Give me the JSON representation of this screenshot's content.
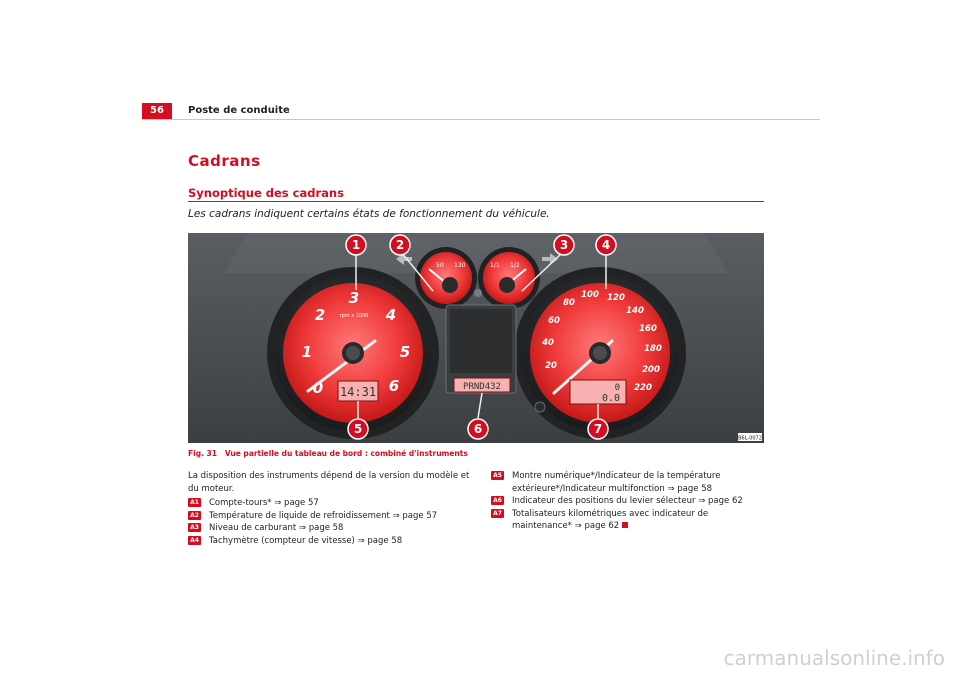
{
  "header": {
    "page_number": "56",
    "running_title": "Poste de conduite"
  },
  "section": {
    "title": "Cadrans",
    "subtitle": "Synoptique des cadrans",
    "intro": "Les cadrans indiquent certains états de fonctionnement du véhicule."
  },
  "figure": {
    "callouts": [
      "1",
      "2",
      "3",
      "4",
      "5",
      "6",
      "7"
    ],
    "tacho": {
      "ticks": [
        "0",
        "1",
        "2",
        "3",
        "4",
        "5",
        "6"
      ],
      "unit": "rpm x 1000",
      "display": "14:31"
    },
    "speedo": {
      "ticks": [
        "20",
        "40",
        "60",
        "80",
        "100",
        "120",
        "140",
        "160",
        "180",
        "200",
        "220"
      ],
      "display_top": "0",
      "display_bottom": "0.0"
    },
    "coolant": {
      "ticks": [
        "50",
        "130"
      ]
    },
    "fuel": {
      "ticks": [
        "1/1",
        "1/2"
      ]
    },
    "gear_display": "PRND432",
    "ref_code": "B6L-0072"
  },
  "caption": {
    "label": "Fig. 31",
    "text": "Vue partielle du tableau de bord : combiné d'instruments"
  },
  "body": {
    "lead": "La disposition des instruments dépend de la version du modèle et du moteur.",
    "items_left": [
      {
        "badge": "A1",
        "text": "Compte-tours* ⇒ page 57"
      },
      {
        "badge": "A2",
        "text": "Température de liquide de refroidissement ⇒ page 57"
      },
      {
        "badge": "A3",
        "text": "Niveau de carburant ⇒ page 58"
      },
      {
        "badge": "A4",
        "text": "Tachymètre (compteur de vitesse) ⇒ page 58"
      }
    ],
    "items_right": [
      {
        "badge": "A5",
        "text": "Montre numérique*/Indicateur de la température extérieure*/Indicateur multifonction ⇒ page 58"
      },
      {
        "badge": "A6",
        "text": "Indicateur des positions du levier sélecteur ⇒ page 62"
      },
      {
        "badge": "A7",
        "text": "Totalisateurs kilométriques avec indicateur de maintenance* ⇒ page 62"
      }
    ]
  },
  "watermark": "carmanualsonline.info"
}
